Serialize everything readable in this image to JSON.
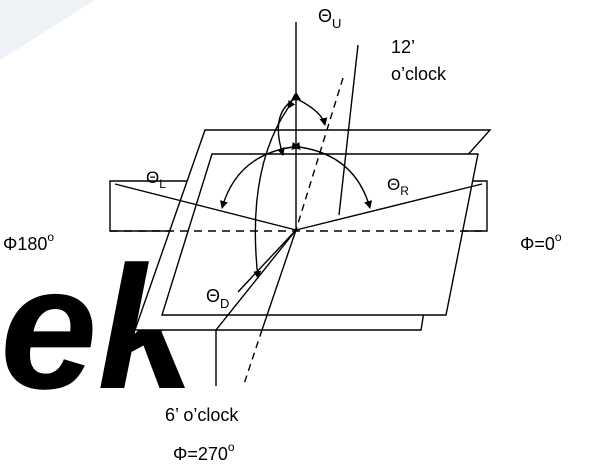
{
  "labels": {
    "theta_u_sym": "Θ",
    "theta_u_sub": "U",
    "twelve_line1": "12’",
    "twelve_line2": "o’clock",
    "theta_l_sym": "Θ",
    "theta_l_sub": "L",
    "theta_r_sym": "Θ",
    "theta_r_sub": "R",
    "phi180": "Φ180",
    "phi180_deg": "o",
    "phi0": "Φ=0",
    "phi0_deg": "o",
    "theta_d_sym": "Θ",
    "theta_d_sub": "D",
    "six_oclock": "6’ o’clock",
    "phi270": "Φ=270",
    "phi270_deg": "o"
  },
  "watermark": {
    "text": "ek",
    "registered": "®",
    "color": "#e9edf3"
  },
  "colors": {
    "line": "#000000",
    "background": "#ffffff"
  }
}
